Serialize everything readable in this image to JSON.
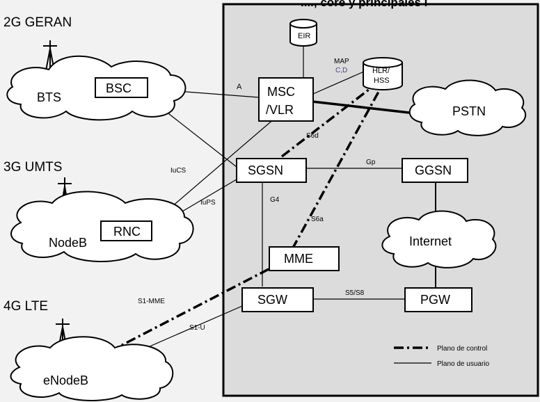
{
  "title_fragment": "...., core y principales i",
  "access": {
    "geran": "2G GERAN",
    "umts": "3G UMTS",
    "lte": "4G LTE"
  },
  "radio": {
    "bts": "BTS",
    "nodeb": "NodeB",
    "enodeb": "eNodeB"
  },
  "nodes": {
    "bsc": "BSC",
    "rnc": "RNC",
    "msc_line1": "MSC",
    "msc_line2": "/VLR",
    "sgsn": "SGSN",
    "ggsn": "GGSN",
    "mme": "MME",
    "sgw": "SGW",
    "pgw": "PGW",
    "pstn": "PSTN",
    "internet": "Internet",
    "eir": "EIR",
    "hlr_line1": "HLR/",
    "hlr_line2": "HSS"
  },
  "interfaces": {
    "a": "A",
    "map": "MAP",
    "cd": "C,D",
    "s6d": "S6d",
    "gp": "Gp",
    "iucs": "IuCS",
    "iups": "IuPS",
    "g4": "G4",
    "s6a": "S6a",
    "s1mme": "S1-MME",
    "s1u": "S1-U",
    "s5s8": "S5/S8"
  },
  "legend": {
    "control": "Plano de control",
    "user": "Plano de usuario"
  }
}
